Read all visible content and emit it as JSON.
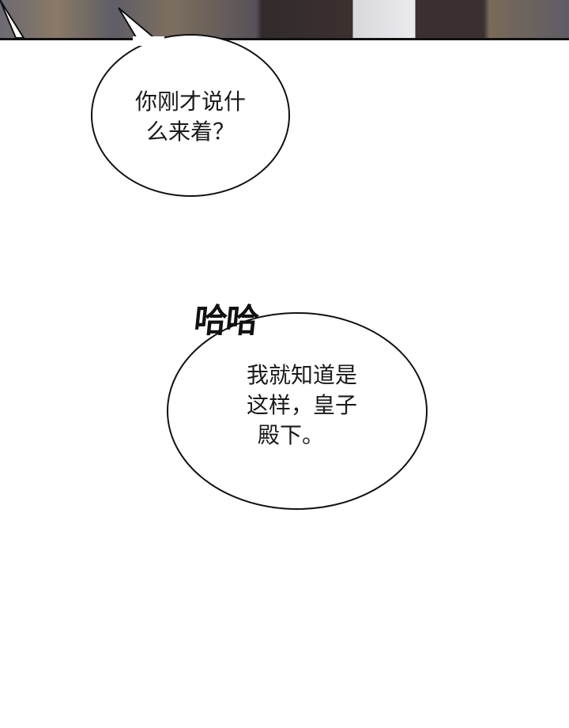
{
  "bubbles": [
    {
      "lines": [
        "你刚才说什",
        "么来着？"
      ]
    },
    {
      "lines": [
        "我就知道是",
        "这样，皇子",
        "殿下。"
      ]
    }
  ],
  "sfx": "哈哈"
}
